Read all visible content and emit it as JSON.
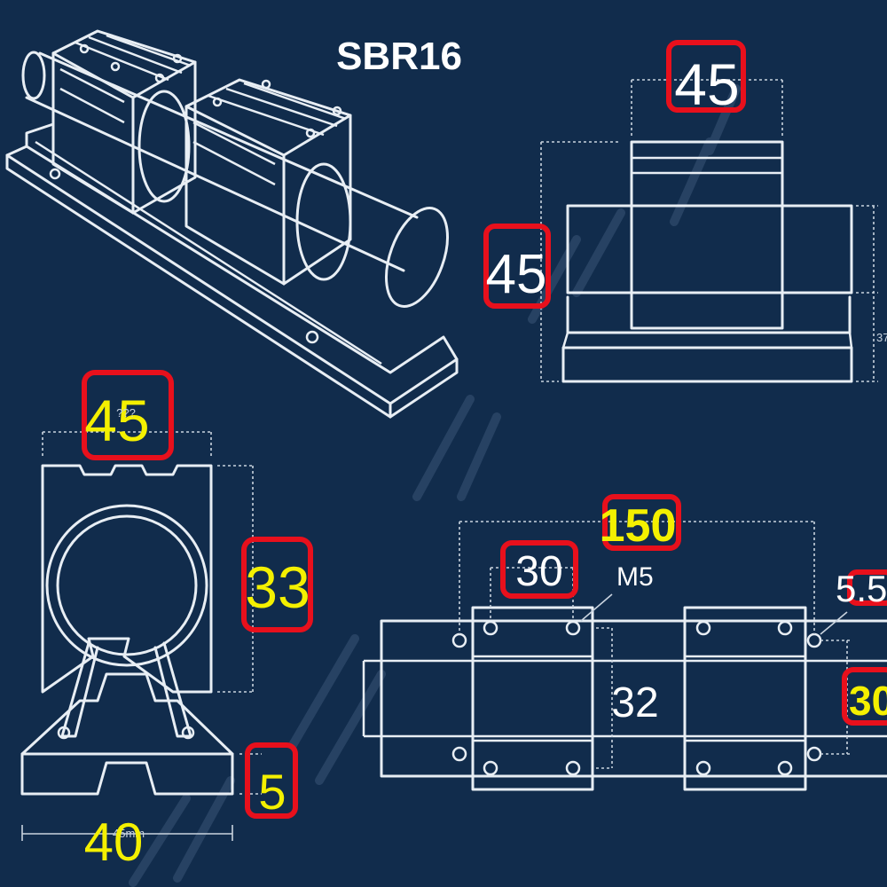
{
  "title": "SBR16",
  "front_view": {
    "width_label": "45",
    "height_label": "45",
    "right_cut_label": "37"
  },
  "end_view": {
    "width_label": "45",
    "height_label": "33",
    "base_thickness_label": "5",
    "base_width_label": "40",
    "small_unit_label": "45mm",
    "placeholder": "???"
  },
  "top_view": {
    "length_label": "150",
    "hole_spacing_label": "30",
    "thread_label": "M5",
    "hole_dia_label": "5.5",
    "block_width_label": "32",
    "rail_hole_label": "30"
  },
  "colors": {
    "background": "#112c4c",
    "line": "#e8eef4",
    "highlight_box": "#e8101c",
    "yellow_text": "#f4f000"
  }
}
